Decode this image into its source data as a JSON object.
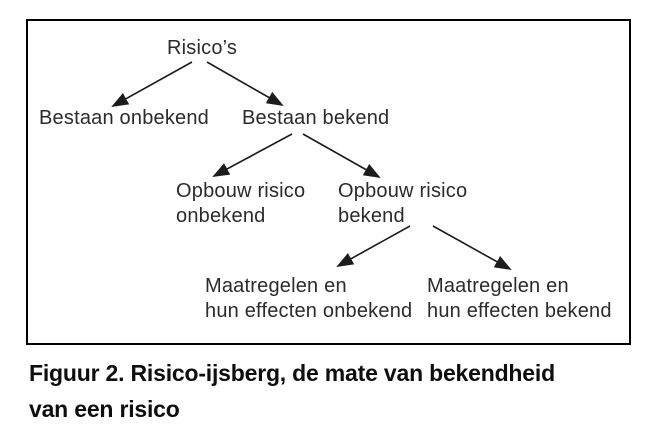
{
  "colors": {
    "ink": "#231f20",
    "box_border": "#000000",
    "background": "#ffffff"
  },
  "diagram": {
    "nodes": [
      {
        "id": "risicos",
        "label": "Risico’s"
      },
      {
        "id": "bestaan-onbekend",
        "label": "Bestaan onbekend"
      },
      {
        "id": "bestaan-bekend",
        "label": "Bestaan bekend"
      },
      {
        "id": "opbouw-risico-onbekend",
        "label": "Opbouw risico\nonbekend"
      },
      {
        "id": "opbouw-risico-bekend",
        "label": "Opbouw risico\nbekend"
      },
      {
        "id": "maatregelen-onbekend",
        "label": "Maatregelen en\nhun effecten onbekend"
      },
      {
        "id": "maatregelen-bekend",
        "label": "Maatregelen en\nhun effecten bekend"
      }
    ],
    "edges": [
      {
        "from": "risicos",
        "to": "bestaan-onbekend"
      },
      {
        "from": "risicos",
        "to": "bestaan-bekend"
      },
      {
        "from": "bestaan-bekend",
        "to": "opbouw-risico-onbekend"
      },
      {
        "from": "bestaan-bekend",
        "to": "opbouw-risico-bekend"
      },
      {
        "from": "opbouw-risico-bekend",
        "to": "maatregelen-onbekend"
      },
      {
        "from": "opbouw-risico-bekend",
        "to": "maatregelen-bekend"
      }
    ]
  },
  "caption": {
    "line1": "Figuur 2. Risico-ijsberg, de mate van bekendheid",
    "line2": "van een risico"
  }
}
